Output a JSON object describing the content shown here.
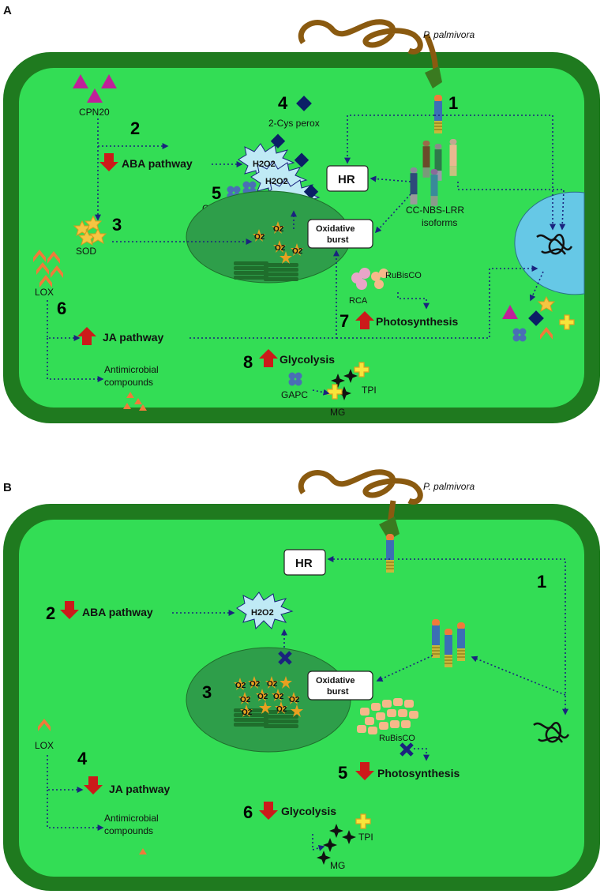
{
  "panel_a": {
    "letter": "A",
    "pathogen": "P. palmivora",
    "cpn20": "CPN20",
    "sod": "SOD",
    "lox": "LOX",
    "aba": "ABA pathway",
    "peroxiredoxin": "2-Cys perox",
    "h2o2": "H2O2",
    "gapc": "GAPC",
    "hr": "HR",
    "nbs_lrr_1": "CC-NBS-LRR",
    "nbs_lrr_2": "isoforms",
    "oxidative_1": "Oxidative",
    "oxidative_2": "burst",
    "o2": "O2",
    "rubisco": "RuBisCO",
    "rca": "RCA",
    "ja": "JA pathway",
    "photosynthesis": "Photosynthesis",
    "glycolysis": "Glycolysis",
    "tpi": "TPI",
    "mg": "MG",
    "antimicrobial_1": "Antimicrobial",
    "antimicrobial_2": "compounds",
    "numbers": [
      "1",
      "2",
      "3",
      "4",
      "5",
      "6",
      "7",
      "8"
    ]
  },
  "panel_b": {
    "letter": "B",
    "pathogen": "P. palmivora",
    "hr": "HR",
    "aba": "ABA pathway",
    "h2o2": "H2O2",
    "oxidative_1": "Oxidative",
    "oxidative_2": "burst",
    "o2": "O2",
    "rubisco": "RuBisCO",
    "lox": "LOX",
    "ja": "JA pathway",
    "photosynthesis": "Photosynthesis",
    "glycolysis": "Glycolysis",
    "tpi": "TPI",
    "mg": "MG",
    "antimicrobial_1": "Antimicrobial",
    "antimicrobial_2": "compounds",
    "numbers": [
      "1",
      "2",
      "3",
      "4",
      "5",
      "6"
    ]
  },
  "colors": {
    "cell_wall": "#1f7a1f",
    "cytoplasm": "#33dd55",
    "chloroplast": "#2e9e4a",
    "nucleus": "#66c8e6",
    "pathogen": "#8a5a10",
    "arrow": "#1a237e",
    "regulation_arrow": "#cc1a1a",
    "cpn20": "#c0209a",
    "sod": "#f5c542",
    "lox": "#f07a3a",
    "gapc": "#4a6fb5",
    "peroxiredoxin": "#0b1f66",
    "h2o2_star": "#bfeaf5",
    "rubisco": "#f6b88a",
    "rca": "#e8a5c8",
    "tpi": "#f7e53a"
  }
}
